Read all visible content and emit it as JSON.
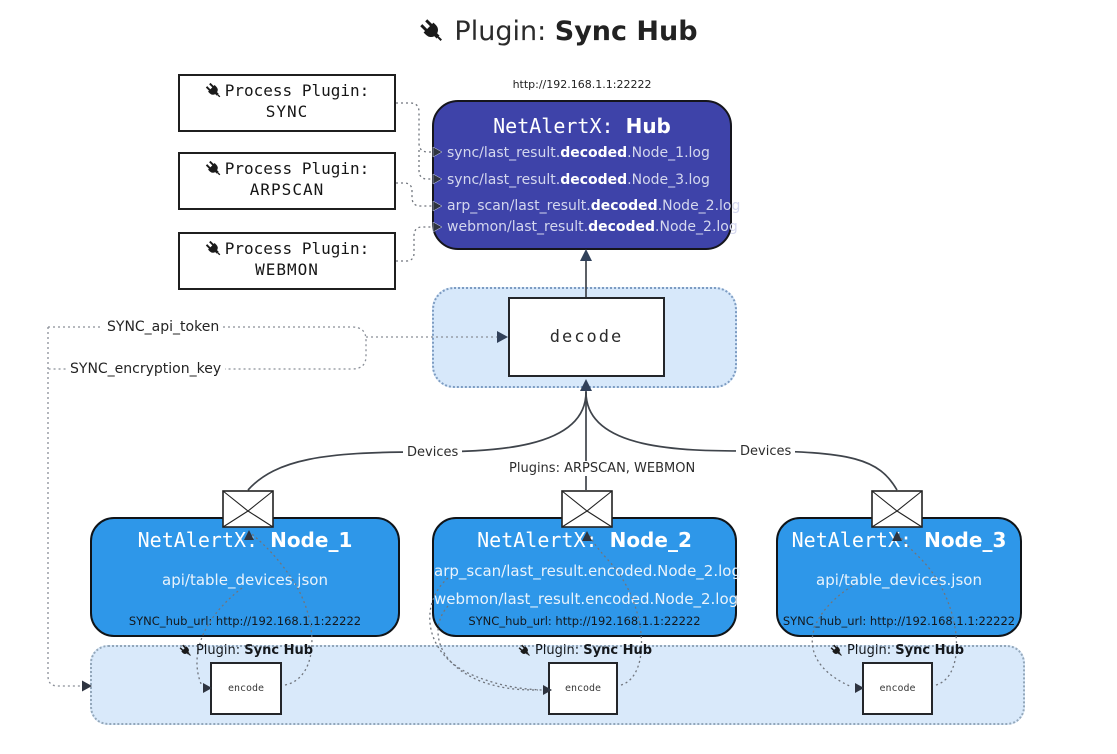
{
  "title": {
    "prefix": "Plugin: ",
    "bold": "Sync Hub"
  },
  "process_plugins": [
    {
      "label": "Process Plugin:",
      "name": "SYNC"
    },
    {
      "label": "Process Plugin:",
      "name": "ARPSCAN"
    },
    {
      "label": "Process Plugin:",
      "name": "WEBMON"
    }
  ],
  "hub": {
    "url": "http://192.168.1.1:22222",
    "title_prefix": "NetAlertX: ",
    "title_bold": "Hub",
    "lines": [
      {
        "pre": "sync/last_result.",
        "bold": "decoded",
        "post": ".Node_1.log"
      },
      {
        "pre": "sync/last_result.",
        "bold": "decoded",
        "post": ".Node_3.log"
      },
      {
        "pre": "arp_scan/last_result.",
        "bold": "decoded",
        "post": ".Node_2.log"
      },
      {
        "pre": "webmon/last_result.",
        "bold": "decoded",
        "post": ".Node_2.log"
      }
    ]
  },
  "decode": {
    "label": "decode"
  },
  "keys": {
    "api_token": "SYNC_api_token",
    "encryption_key": "SYNC_encryption_key"
  },
  "edges": {
    "devices_left": "Devices",
    "plugins_mid": "Plugins: ARPSCAN, WEBMON",
    "devices_right": "Devices"
  },
  "nodes": [
    {
      "title_prefix": "NetAlertX: ",
      "title_bold": "Node_1",
      "lines": [
        "api/table_devices.json"
      ],
      "footer": "SYNC_hub_url: http://192.168.1.1:22222"
    },
    {
      "title_prefix": "NetAlertX: ",
      "title_bold": "Node_2",
      "lines": [
        "arp_scan/last_result.encoded.Node_2.log",
        "webmon/last_result.encoded.Node_2.log"
      ],
      "footer": "SYNC_hub_url: http://192.168.1.1:22222"
    },
    {
      "title_prefix": "NetAlertX: ",
      "title_bold": "Node_3",
      "lines": [
        "api/table_devices.json"
      ],
      "footer": "SYNC_hub_url: http://192.168.1.1:22222"
    }
  ],
  "encoders": [
    {
      "label_prefix": "Plugin: ",
      "label_bold": "Sync Hub",
      "box_label": "encode"
    },
    {
      "label_prefix": "Plugin: ",
      "label_bold": "Sync Hub",
      "box_label": "encode"
    },
    {
      "label_prefix": "Plugin: ",
      "label_bold": "Sync Hub",
      "box_label": "encode"
    }
  ],
  "colors": {
    "hub_fill": "#3e43a9",
    "node_fill": "#2e97e9",
    "container_fill": "#d8e9fa",
    "container_border": "#7d9cc2",
    "hub_text": "#d4d7ee",
    "accent_text": "#ffffff"
  }
}
